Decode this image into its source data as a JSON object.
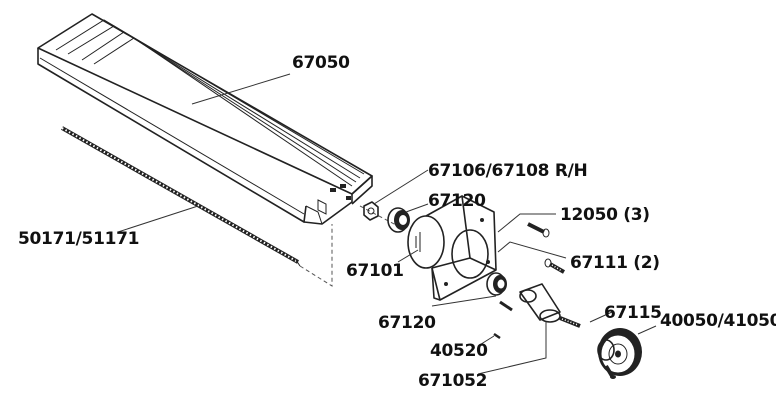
{
  "labels": {
    "bed": "67050",
    "leadscrew": "50171/51171",
    "nut_washer": "67106/67108 R/H",
    "bearing_top": "67120",
    "bearing_bottom": "67120",
    "bracket": "67101",
    "screws_top": "12050 (3)",
    "screws_mid": "67111 (2)",
    "collar_screw": "67115",
    "handwheel": "40050/41050",
    "setscrew": "40520",
    "shaft_collar": "671052"
  }
}
